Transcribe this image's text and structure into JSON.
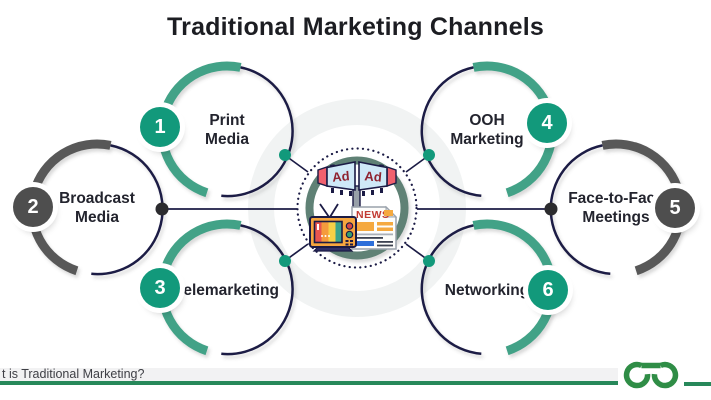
{
  "title": "Traditional Marketing Channels",
  "channels": [
    {
      "number": "1",
      "label": "Print Media",
      "badge_color": "green"
    },
    {
      "number": "2",
      "label": "Broadcast Media",
      "badge_color": "gray"
    },
    {
      "number": "3",
      "label": "Telemarketing",
      "badge_color": "green"
    },
    {
      "number": "4",
      "label": "OOH Marketing",
      "badge_color": "green"
    },
    {
      "number": "5",
      "label": "Face-to-Face Meetings",
      "badge_color": "gray"
    },
    {
      "number": "6",
      "label": "Networking",
      "badge_color": "green"
    }
  ],
  "center": {
    "billboard_ads": [
      "Ad",
      "Ad"
    ],
    "newspaper_headline": "NEWS",
    "icons": [
      "billboard-ad-icon",
      "retro-tv-icon",
      "newspaper-icon"
    ]
  },
  "footer": {
    "caption": "t is Traditional Marketing?",
    "logo": "geeksforgeeks-logo"
  },
  "colors": {
    "accent_green": "#12997b",
    "arc_green": "#43a287",
    "navy": "#1b1b45",
    "badge_gray": "#4e4e4e",
    "arc_gray": "#595959",
    "ring_sage": "#5e8174",
    "footer_green": "#27885a",
    "logo_green": "#2f8d46"
  }
}
